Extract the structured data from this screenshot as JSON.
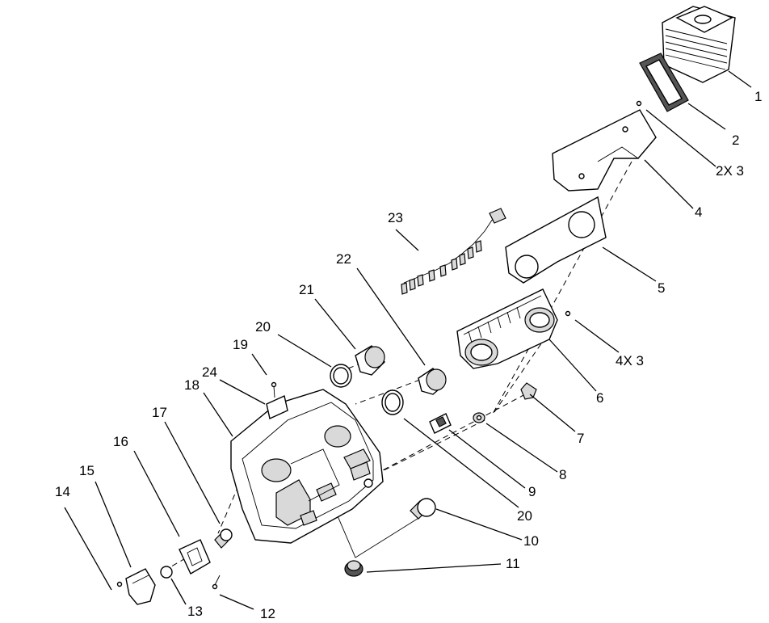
{
  "callouts": [
    {
      "id": "c1",
      "text": "1"
    },
    {
      "id": "c2",
      "text": "2"
    },
    {
      "id": "c2x3",
      "text": "2X 3"
    },
    {
      "id": "c4",
      "text": "4"
    },
    {
      "id": "c5",
      "text": "5"
    },
    {
      "id": "c4x3",
      "text": "4X 3"
    },
    {
      "id": "c6",
      "text": "6"
    },
    {
      "id": "c7",
      "text": "7"
    },
    {
      "id": "c8",
      "text": "8"
    },
    {
      "id": "c9",
      "text": "9"
    },
    {
      "id": "c20b",
      "text": "20"
    },
    {
      "id": "c10",
      "text": "10"
    },
    {
      "id": "c11",
      "text": "11"
    },
    {
      "id": "c12",
      "text": "12"
    },
    {
      "id": "c13",
      "text": "13"
    },
    {
      "id": "c14",
      "text": "14"
    },
    {
      "id": "c15",
      "text": "15"
    },
    {
      "id": "c16",
      "text": "16"
    },
    {
      "id": "c17",
      "text": "17"
    },
    {
      "id": "c18",
      "text": "18"
    },
    {
      "id": "c24",
      "text": "24"
    },
    {
      "id": "c19",
      "text": "19"
    },
    {
      "id": "c20a",
      "text": "20"
    },
    {
      "id": "c21",
      "text": "21"
    },
    {
      "id": "c22",
      "text": "22"
    },
    {
      "id": "c23",
      "text": "23"
    }
  ]
}
